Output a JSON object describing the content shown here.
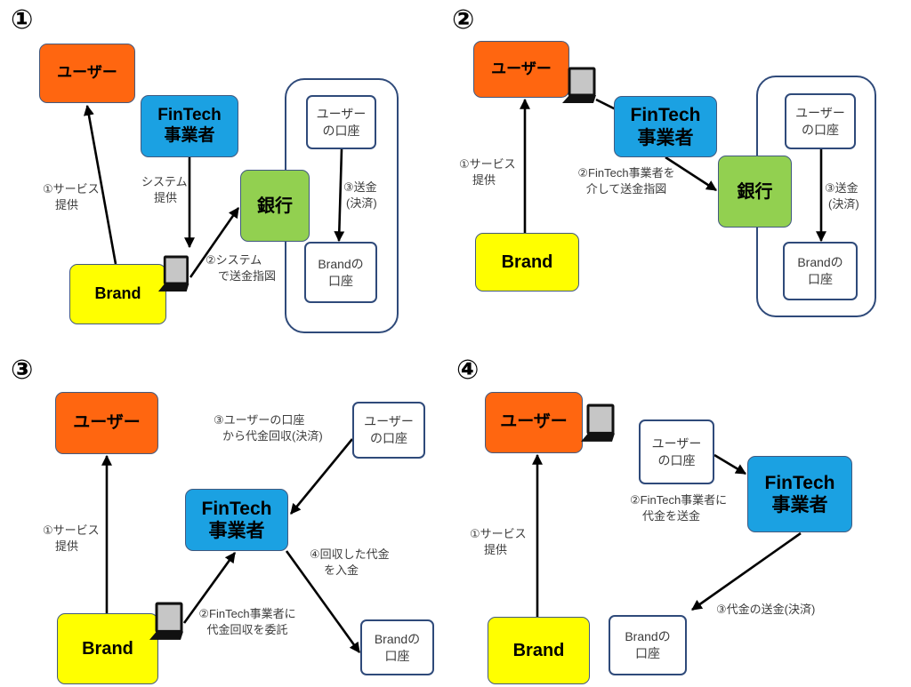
{
  "colors": {
    "user_fill": "#ff6610",
    "fintech_fill": "#1ba1e2",
    "bank_fill": "#92d050",
    "brand_fill": "#ffff00",
    "account_border": "#2f4a7a",
    "arrow": "#000000"
  },
  "icons": {
    "terminal": "laptop-icon"
  },
  "panels": [
    {
      "number": "①",
      "user": "ユーザー",
      "fintech": [
        "FinTech",
        "事業者"
      ],
      "bank": "銀行",
      "user_account": [
        "ユーザー",
        "の口座"
      ],
      "brand_account": [
        "Brandの",
        "口座"
      ],
      "brand": "Brand",
      "labels": {
        "service": [
          "①サービス",
          "提供"
        ],
        "system": [
          "システム",
          "提供"
        ],
        "instruction": [
          "②システム",
          "で送金指図"
        ],
        "settlement": [
          "③送金",
          "(決済)"
        ]
      }
    },
    {
      "number": "②",
      "user": "ユーザー",
      "fintech": [
        "FinTech",
        "事業者"
      ],
      "bank": "銀行",
      "user_account": [
        "ユーザー",
        "の口座"
      ],
      "brand_account": [
        "Brandの",
        "口座"
      ],
      "brand": "Brand",
      "labels": {
        "service": [
          "①サービス",
          "提供"
        ],
        "instruction": [
          "②FinTech事業者を",
          "介して送金指図"
        ],
        "settlement": [
          "③送金",
          "(決済)"
        ]
      }
    },
    {
      "number": "③",
      "user": "ユーザー",
      "fintech": [
        "FinTech",
        "事業者"
      ],
      "user_account": [
        "ユーザー",
        "の口座"
      ],
      "brand_account": [
        "Brandの",
        "口座"
      ],
      "brand": "Brand",
      "labels": {
        "service": [
          "①サービス",
          "提供"
        ],
        "delegation": [
          "②FinTech事業者に",
          "代金回収を委託"
        ],
        "collection": [
          "③ユーザーの口座",
          "から代金回収(決済)"
        ],
        "deposit": [
          "④回収した代金",
          "を入金"
        ]
      }
    },
    {
      "number": "④",
      "user": "ユーザー",
      "fintech": [
        "FinTech",
        "事業者"
      ],
      "user_account": [
        "ユーザー",
        "の口座"
      ],
      "brand_account": [
        "Brandの",
        "口座"
      ],
      "brand": "Brand",
      "labels": {
        "service": [
          "①サービス",
          "提供"
        ],
        "payment": [
          "②FinTech事業者に",
          "代金を送金"
        ],
        "settlement": [
          "③代金の送金(決済)"
        ]
      }
    }
  ]
}
